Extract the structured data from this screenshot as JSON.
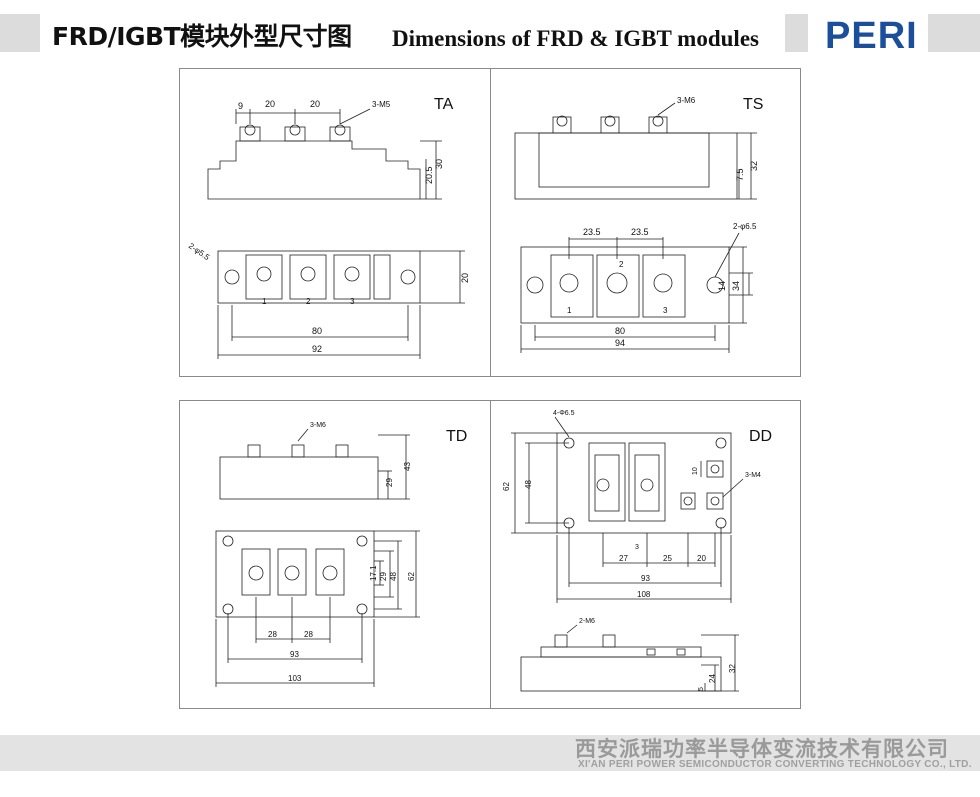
{
  "header": {
    "title_cn": "FRD/IGBT模块外型尺寸图",
    "title_en": "Dimensions of FRD & IGBT modules",
    "logo": "PERI"
  },
  "footer": {
    "company_cn": "西安派瑞功率半导体变流技术有限公司",
    "company_en": "XI'AN PERI POWER SEMICONDUCTOR CONVERTING TECHNOLOGY CO., LTD."
  },
  "panels": {
    "ta": {
      "code": "TA",
      "side_dims": [
        "9",
        "20",
        "20",
        "3-M5",
        "30",
        "20.5"
      ],
      "top_dims": [
        "2-φ5.5",
        "20",
        "80",
        "92"
      ],
      "terminals": [
        "1",
        "2",
        "3"
      ]
    },
    "ts": {
      "code": "TS",
      "side_dims": [
        "3-M6",
        "7.5",
        "32"
      ],
      "top_dims": [
        "23.5",
        "23.5",
        "2-φ6.5",
        "14",
        "34",
        "80",
        "94"
      ],
      "terminals": [
        "1",
        "2",
        "3"
      ]
    },
    "td": {
      "code": "TD",
      "side_dims": [
        "3-M6",
        "29",
        "43"
      ],
      "top_dims": [
        "17.1",
        "29",
        "48",
        "62",
        "28",
        "28",
        "93",
        "103"
      ]
    },
    "dd": {
      "code": "DD",
      "top_dims": [
        "4-Φ6.5",
        "62",
        "48",
        "10",
        "3-M4",
        "3",
        "27",
        "25",
        "20",
        "93",
        "108"
      ],
      "side_dims": [
        "2-M6",
        "24",
        "32",
        "5"
      ]
    }
  }
}
